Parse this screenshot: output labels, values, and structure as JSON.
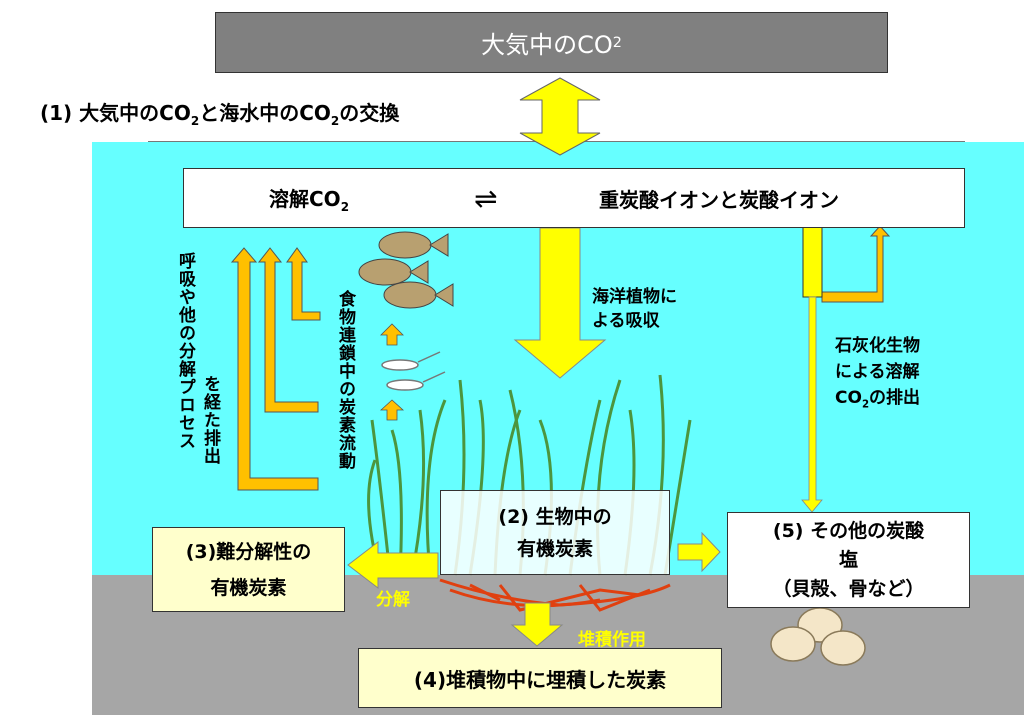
{
  "atmosphere": {
    "label": "大気中のCO",
    "sub": "2"
  },
  "exchange_title": {
    "prefix": "(1)  大気中のCO",
    "sub1": "2",
    "mid": "と海水中のCO",
    "sub2": "2",
    "suffix": "の交換"
  },
  "dissolved_box": {
    "left_label": "溶解CO",
    "left_sub": "2",
    "equilibrium_symbol": "⇌",
    "right_label": "重炭酸イオンと炭酸イオン"
  },
  "plant_uptake": {
    "line1": "海洋植物に",
    "line2": "よる吸収"
  },
  "respiration_label": {
    "line1": "呼吸や他の分解プロセス",
    "line2": "を経た排出"
  },
  "food_chain_label": "食物連鎖中の炭素流動",
  "calcifier_label": {
    "line1": "石灰化生物",
    "line2": "による溶解",
    "line3_prefix": "CO",
    "line3_sub": "2",
    "line3_suffix": "の排出"
  },
  "box_organic": {
    "line1": "(2) 生物中の",
    "line2": "有機炭素"
  },
  "box_refractory": {
    "line1": "(3)難分解性の",
    "line2": "有機炭素"
  },
  "box_sediment": "(4)堆積物中に埋積した炭素",
  "box_carbonate": {
    "line1": "(5) その他の炭酸",
    "line2": "塩",
    "line3": "（貝殻、骨など）"
  },
  "decomposition_label": "分解",
  "sedimentation_label": "堆積作用",
  "colors": {
    "sea": "#66FFFF",
    "seabed": "#A6A6A6",
    "yellow": "#FFFF00",
    "orange": "#FFC000",
    "box_cream": "#FFFFCC",
    "atmosphere": "#808080"
  }
}
